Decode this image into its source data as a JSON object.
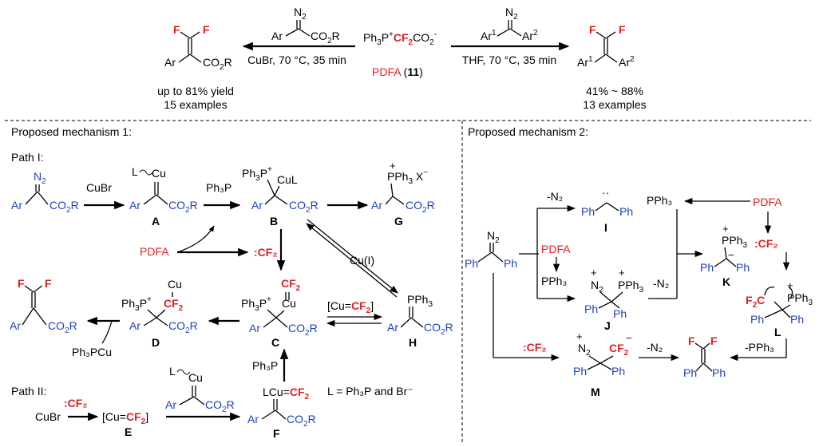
{
  "reagent": {
    "prefix": "Ph",
    "sub": "3",
    "mid": "P",
    "plus": "+",
    "cf2": "CF",
    "cf2sub": "2",
    "co2": "CO",
    "co2sub": "2",
    "minus": "-"
  },
  "reagent_label": {
    "name": "PDFA",
    "num": "11"
  },
  "left_reaction": {
    "conditions": "CuBr, 70 °C, 35 min",
    "yield": "up to 81% yield",
    "examples": "15 examples"
  },
  "right_reaction": {
    "conditions": "THF, 70 °C, 35 min",
    "yield": "41% ~ 88%",
    "examples": "13 examples"
  },
  "mechanism1": {
    "title": "Proposed mechanism 1:",
    "path1": "Path I:",
    "path2": "Path II:",
    "reagents": {
      "cubr": "CuBr",
      "ph3p": "Ph₃P",
      "pdfa": "PDFA",
      "cf2": ":CF₂",
      "cu1": "Cu(I)",
      "cucf2": "[Cu=CF₂]",
      "ph3pcu": "Ph₃PCu",
      "ligand": "L = Ph₃P and Br⁻"
    },
    "labels": {
      "A": "A",
      "B": "B",
      "C": "C",
      "D": "D",
      "E": "E",
      "F": "F",
      "G": "G",
      "H": "H"
    }
  },
  "mechanism2": {
    "title": "Proposed mechanism 2:",
    "reagents": {
      "n2": "-N₂",
      "pph3": "PPh₃",
      "pdfa": "PDFA",
      "cf2": ":CF₂",
      "mpph3": "-PPh₃"
    },
    "labels": {
      "I": "I",
      "J": "J",
      "K": "K",
      "L": "L",
      "M": "M"
    }
  }
}
